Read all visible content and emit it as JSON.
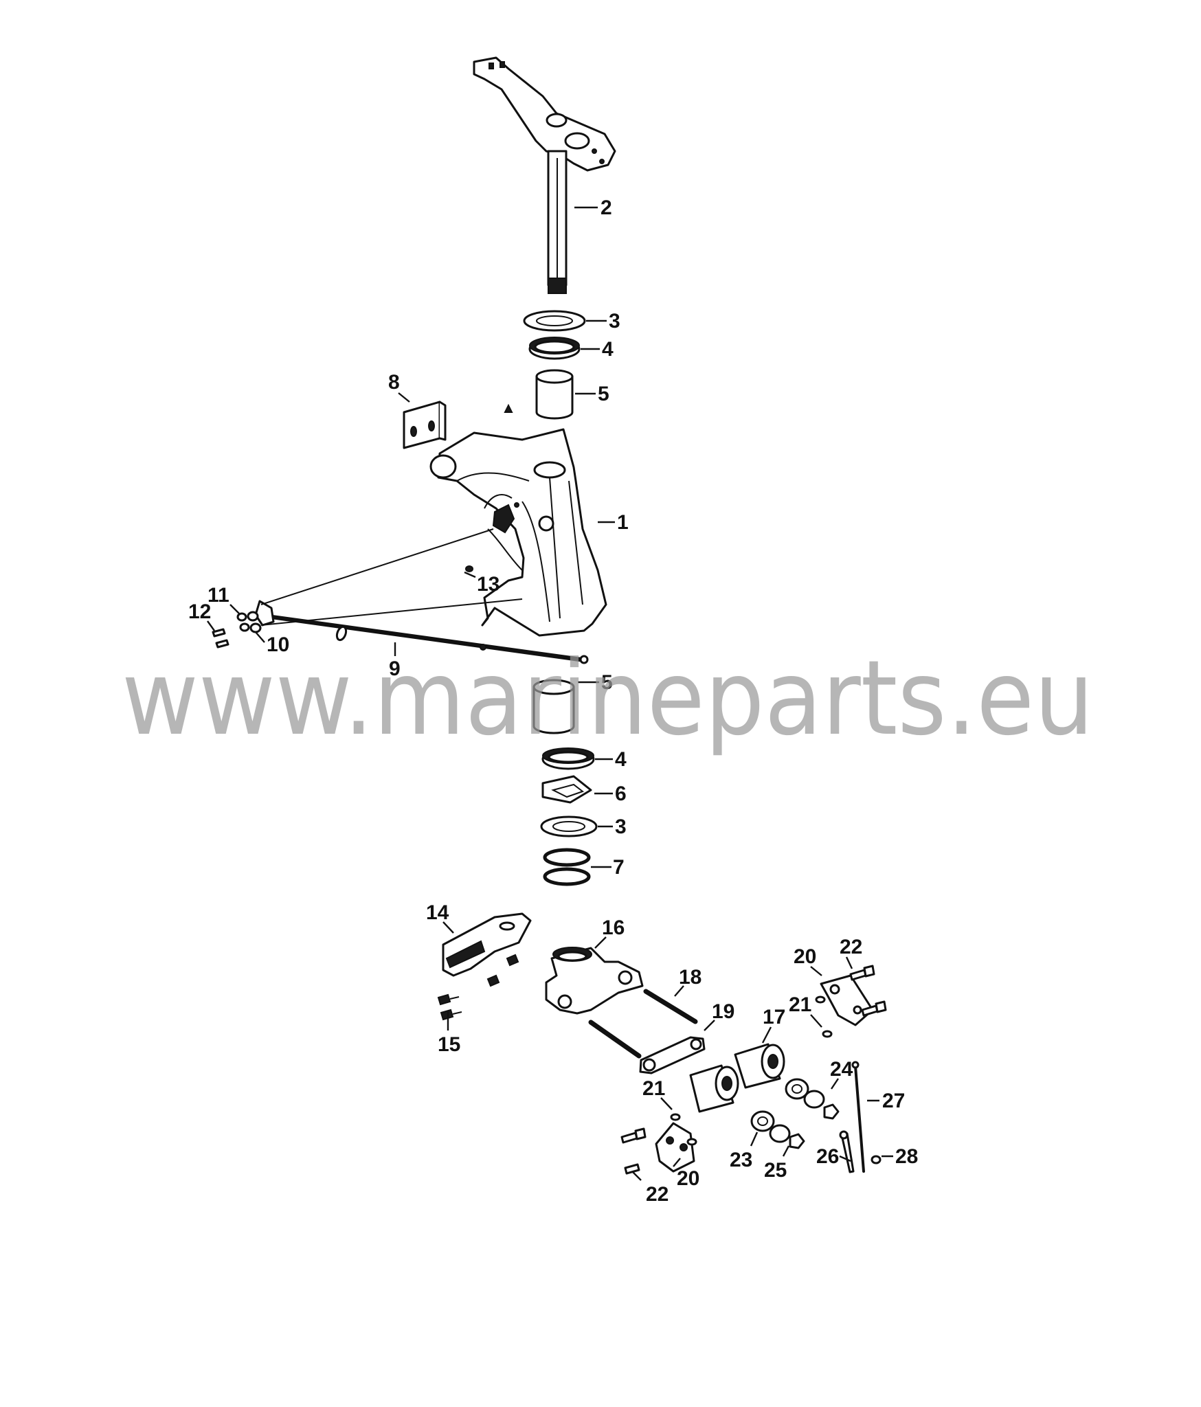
{
  "watermark": {
    "text": "www.marineparts.eu",
    "color": "#9a9a9a"
  },
  "callouts": [
    {
      "id": "c2",
      "label": "2"
    },
    {
      "id": "c3a",
      "label": "3"
    },
    {
      "id": "c4a",
      "label": "4"
    },
    {
      "id": "c5a",
      "label": "5"
    },
    {
      "id": "c8",
      "label": "8"
    },
    {
      "id": "c1",
      "label": "1"
    },
    {
      "id": "c13",
      "label": "13"
    },
    {
      "id": "c11",
      "label": "11"
    },
    {
      "id": "c12",
      "label": "12"
    },
    {
      "id": "c10",
      "label": "10"
    },
    {
      "id": "c9",
      "label": "9"
    },
    {
      "id": "c5b",
      "label": "5"
    },
    {
      "id": "c4b",
      "label": "4"
    },
    {
      "id": "c6",
      "label": "6"
    },
    {
      "id": "c3b",
      "label": "3"
    },
    {
      "id": "c7",
      "label": "7"
    },
    {
      "id": "c14",
      "label": "14"
    },
    {
      "id": "c16",
      "label": "16"
    },
    {
      "id": "c15",
      "label": "15"
    },
    {
      "id": "c18",
      "label": "18"
    },
    {
      "id": "c19",
      "label": "19"
    },
    {
      "id": "c17",
      "label": "17"
    },
    {
      "id": "c20a",
      "label": "20"
    },
    {
      "id": "c22a",
      "label": "22"
    },
    {
      "id": "c21a",
      "label": "21"
    },
    {
      "id": "c21b",
      "label": "21"
    },
    {
      "id": "c20b",
      "label": "20"
    },
    {
      "id": "c22b",
      "label": "22"
    },
    {
      "id": "c23",
      "label": "23"
    },
    {
      "id": "c25",
      "label": "25"
    },
    {
      "id": "c24",
      "label": "24"
    },
    {
      "id": "c27",
      "label": "27"
    },
    {
      "id": "c26",
      "label": "26"
    },
    {
      "id": "c28",
      "label": "28"
    }
  ]
}
